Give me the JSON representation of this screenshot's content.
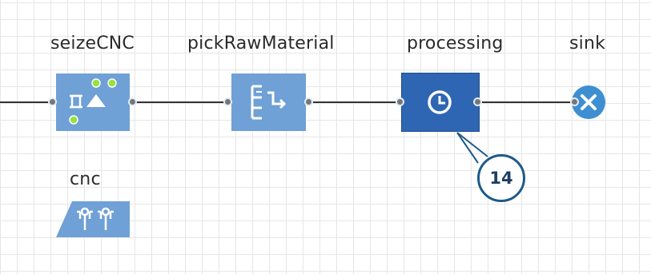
{
  "blocks": {
    "seize": {
      "label": "seizeCNC",
      "icon": "seize-icon"
    },
    "pick": {
      "label": "pickRawMaterial",
      "icon": "pickup-icon"
    },
    "processing": {
      "label": "processing",
      "icon": "clock-icon"
    },
    "sink": {
      "label": "sink",
      "icon": "x-icon"
    },
    "cnc": {
      "label": "cnc",
      "icon": "resource-pool-icon"
    }
  },
  "callout": {
    "value": "14"
  },
  "colors": {
    "block_light": "#6fa0d6",
    "block_dark": "#2f66b3",
    "sink": "#3d8fd1",
    "connector": "#333333",
    "callout_border": "#1e5a8a"
  }
}
